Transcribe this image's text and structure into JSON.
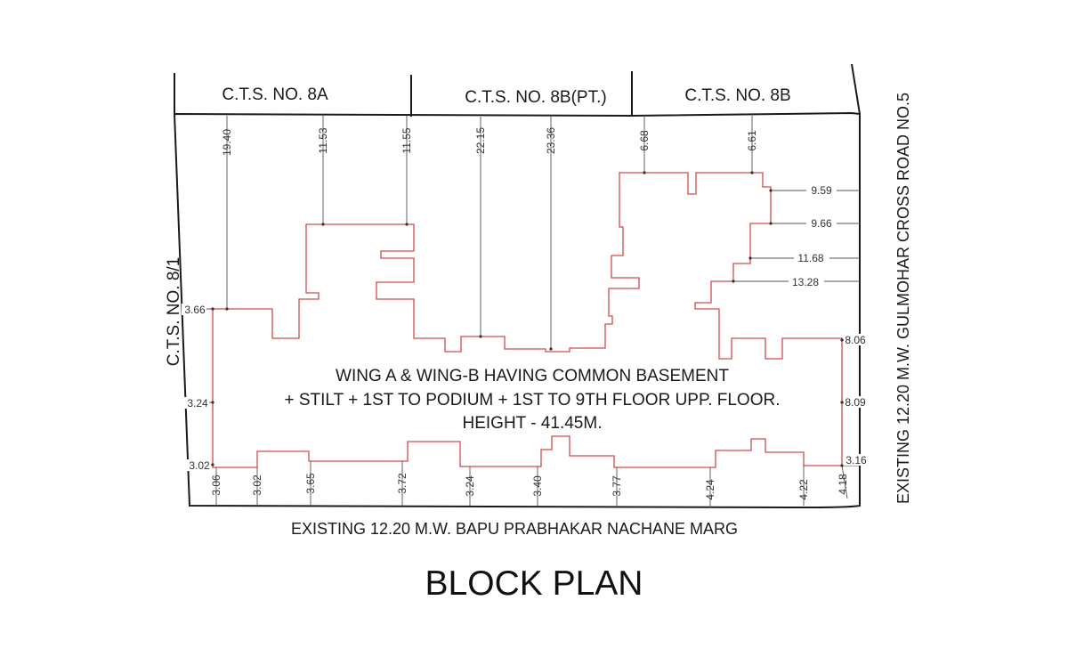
{
  "title": "BLOCK PLAN",
  "neighbours": {
    "top_left": "C.T.S. NO. 8A",
    "top_mid": "C.T.S. NO. 8B(PT.)",
    "top_right": "C.T.S. NO. 8B",
    "left": "C.T.S. NO. 8/1"
  },
  "roads": {
    "bottom": "EXISTING 12.20 M.W. BAPU PRABHAKAR NACHANE MARG",
    "right": "EXISTING 12.20 M.W. GULMOHAR CROSS ROAD NO.5"
  },
  "building_note": [
    "WING A & WING-B HAVING COMMON BASEMENT",
    "+ STILT + 1ST TO PODIUM + 1ST TO 9TH FLOOR UPP. FLOOR.",
    "HEIGHT - 41.45M."
  ],
  "dimensions": {
    "top": [
      "19.40",
      "11.53",
      "11.55",
      "22.15",
      "23.36",
      "6.68",
      "6.61"
    ],
    "right": [
      "9.59",
      "9.66",
      "11.68",
      "13.28",
      "8.06",
      "8.09",
      "3.16"
    ],
    "left": [
      "3.66",
      "3.24",
      "3.02"
    ],
    "bottom": [
      "3.06",
      "3.02",
      "3.65",
      "3.72",
      "3.24",
      "3.40",
      "3.77",
      "4.24",
      "4.22",
      "4.18"
    ]
  },
  "colors": {
    "building_outline": "#d44a4a",
    "plot_line": "#1a1a1a",
    "dimension_line": "#444444"
  }
}
